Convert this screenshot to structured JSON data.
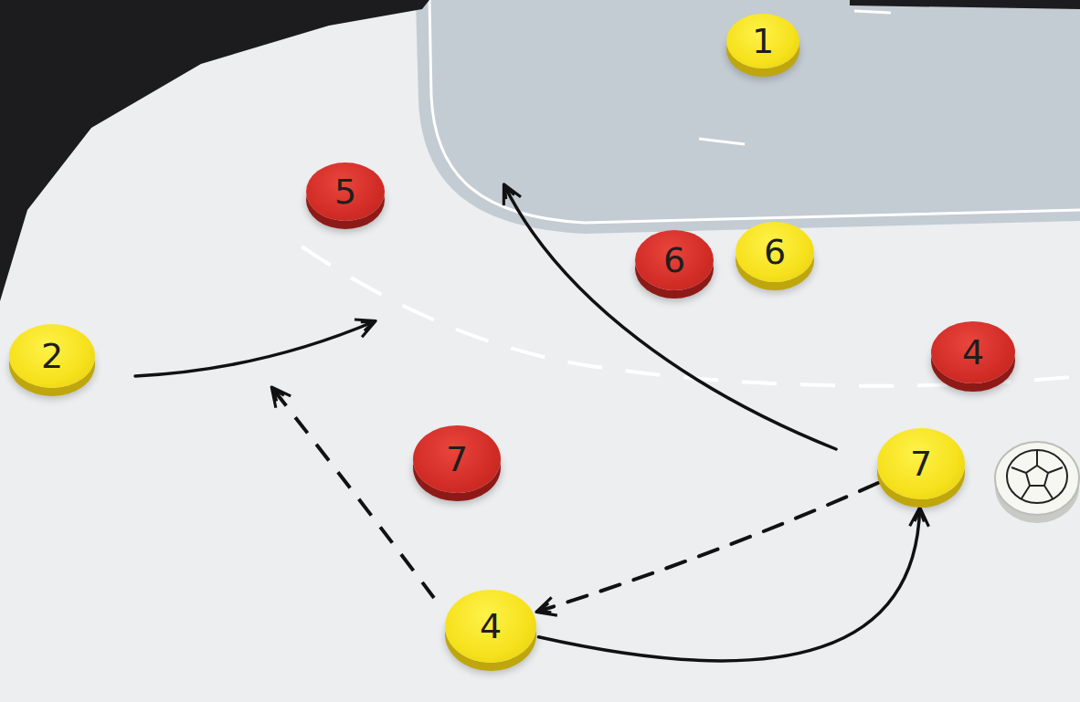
{
  "diagram": {
    "nodes": [
      {
        "text": [
          "1"
        ]
      },
      {
        "text": [
          "5"
        ]
      },
      {
        "text": [
          "6"
        ]
      },
      {
        "text": [
          "6"
        ]
      },
      {
        "text": [
          "4"
        ]
      },
      {
        "text": [
          "2"
        ]
      },
      {
        "text": [
          "7"
        ]
      },
      {
        "text": [
          "7"
        ]
      },
      {
        "text": [
          "4"
        ]
      }
    ],
    "edges": [
      {
        "from": 8,
        "to": 7,
        "arrow": "to"
      },
      {
        "from": 7,
        "to": 8,
        "arrow": "to"
      }
    ]
  }
}
